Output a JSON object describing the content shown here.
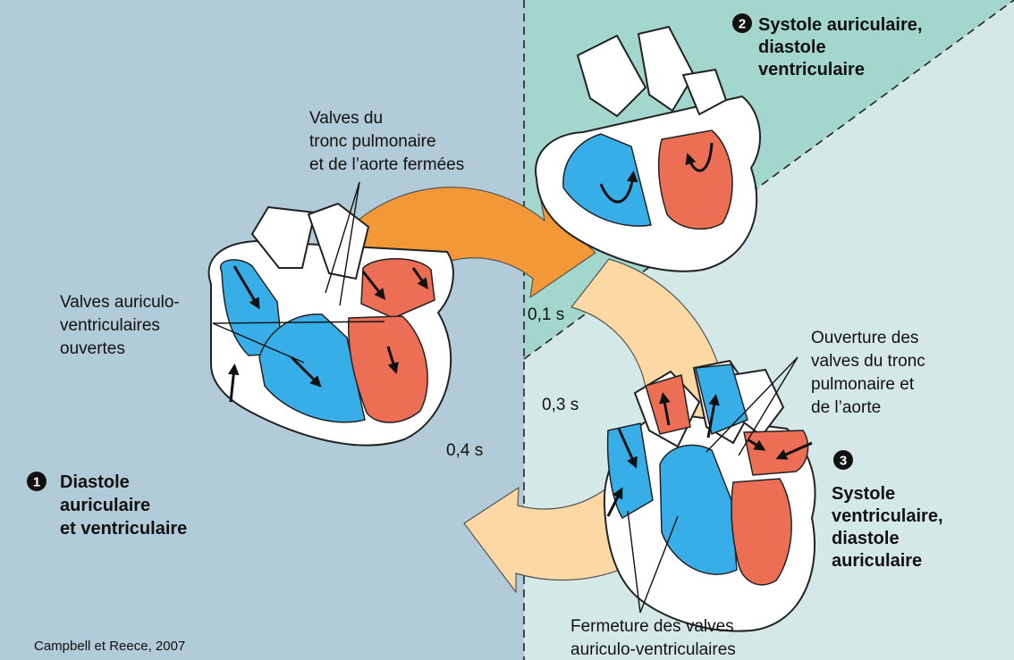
{
  "phases": {
    "p1": {
      "num": "1",
      "lines": [
        "Diastole",
        "auriculaire",
        "et ventriculaire"
      ]
    },
    "p2": {
      "num": "2",
      "lines": [
        "Systole auriculaire,",
        "diastole",
        "ventriculaire"
      ]
    },
    "p3": {
      "num": "3",
      "lines": [
        "Systole",
        "ventriculaire,",
        "diastole",
        "auriculaire"
      ]
    }
  },
  "times": {
    "t01": "0,1 s",
    "t03": "0,3 s",
    "t04": "0,4 s"
  },
  "annotations": {
    "semilunar_closed": [
      "Valves du",
      "tronc pulmonaire",
      "et de l’aorte fermées"
    ],
    "av_open": [
      "Valves auriculo-",
      "ventriculaires",
      "ouvertes"
    ],
    "semilunar_open": [
      "Ouverture des",
      "valves du tronc",
      "pulmonaire et",
      "de l’aorte"
    ],
    "av_close": [
      "Fermeture des valves",
      "auriculo-ventriculaires"
    ]
  },
  "credit": "Campbell et Reece, 2007",
  "colors": {
    "left_bg": "#b2cbd8",
    "right_bg": "#d4e9e7",
    "teal_triangle": "#a3d6cc",
    "deoxygenated": "#38aee8",
    "oxygenated": "#ec6e55",
    "ring_dark": "#f29836",
    "ring_light": "#fbd8a4"
  }
}
